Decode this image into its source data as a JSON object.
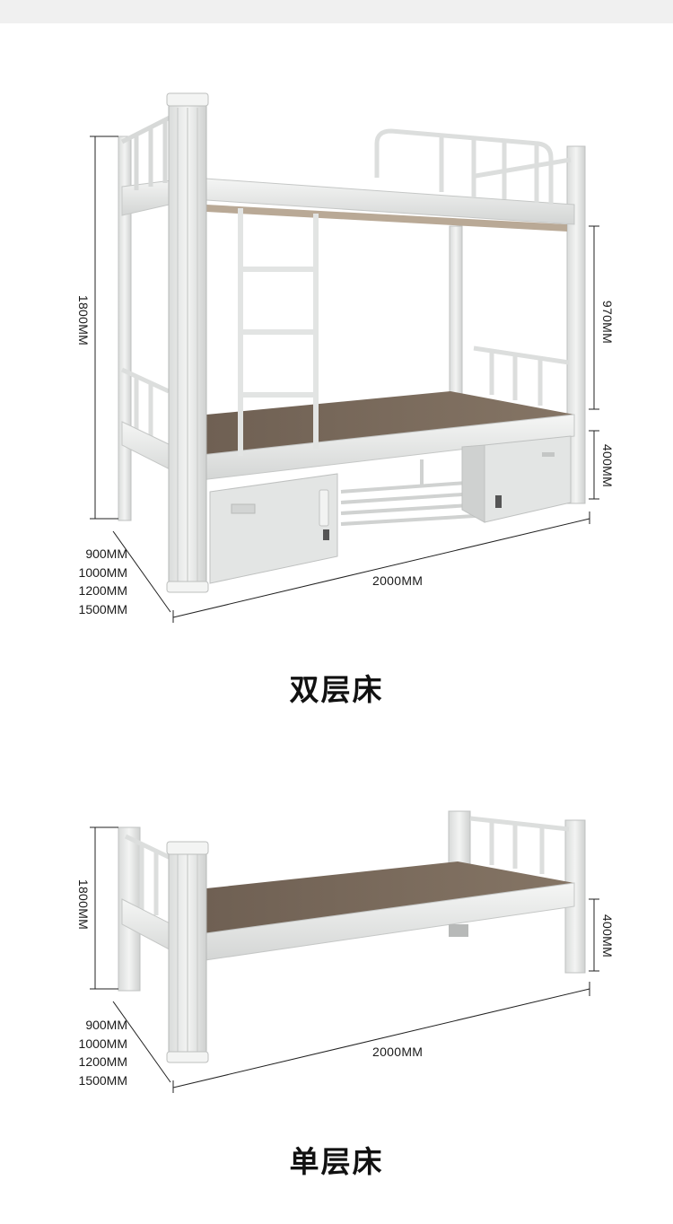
{
  "bunk_bed": {
    "caption": "双层床",
    "height_label": "1800MM",
    "upper_gap_label": "970MM",
    "lower_height_label": "400MM",
    "length_label": "2000MM",
    "width_options": [
      "900MM",
      "1000MM",
      "1200MM",
      "1500MM"
    ]
  },
  "single_bed": {
    "caption": "单层床",
    "height_label": "1800MM",
    "lower_height_label": "400MM",
    "length_label": "2000MM",
    "width_options": [
      "900MM",
      "1000MM",
      "1200MM",
      "1500MM"
    ]
  },
  "colors": {
    "frame": "#e8e9e8",
    "frame_shadow": "#c9cbca",
    "wood": "#7a6a5c",
    "dimension_line": "#222222",
    "caption": "#111111"
  }
}
